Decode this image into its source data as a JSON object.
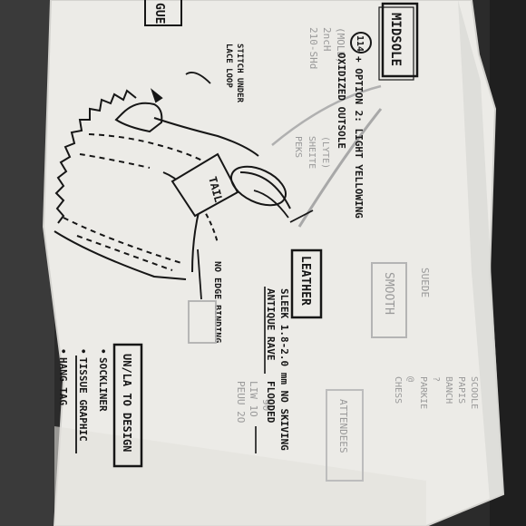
{
  "scene": {
    "background_color": "#2a2a2a",
    "paper_color": "#ecebe7",
    "ink_color": "#161616"
  },
  "labels": {
    "corner_box": "GUE",
    "midsole_box": "MIDSOLE",
    "circled_number": "114",
    "midsole_note": "+ OPTION 2: LIGHT YELLOWING",
    "midsole_note_2": "OXIDIZED OUTSOLE",
    "stitch_note": "STITCH UNDER",
    "stitch_note_2": "LACE LOOP",
    "leather_box": "LEATHER",
    "leather_note": "SLEEK 1.8-2.0 mm NO SKIVING",
    "leather_note_struck": "ANTIQUE RAVE",
    "leather_note_2": "FLOODED",
    "edge_note": "NO EDGE BINDING",
    "design_box": "UN/LA TO DESIGN",
    "sockliner": "SOCKLINER",
    "tissue_struck": "TISSUE GRAPHIC",
    "hang_tag": "HANG TAG",
    "tongue_label": "TAIL",
    "bullet": "•"
  },
  "show_through": {
    "smooth_box": "SMOOTH",
    "suede": "SUEDE",
    "stripe_box": "ATTENDEES",
    "left_column": [
      "(MOLE)",
      "2ncH",
      "210-SHd"
    ],
    "left_column_2": [
      "(LYTE)",
      "SHEITE",
      "PEKS"
    ],
    "right_list": [
      "SCOOLE",
      "PAPIS",
      "BANCH",
      "?",
      "PARKIE",
      "@",
      "CHESS"
    ],
    "mid_column": [
      "90",
      "LIW 1O",
      "PEUU 2O"
    ]
  }
}
